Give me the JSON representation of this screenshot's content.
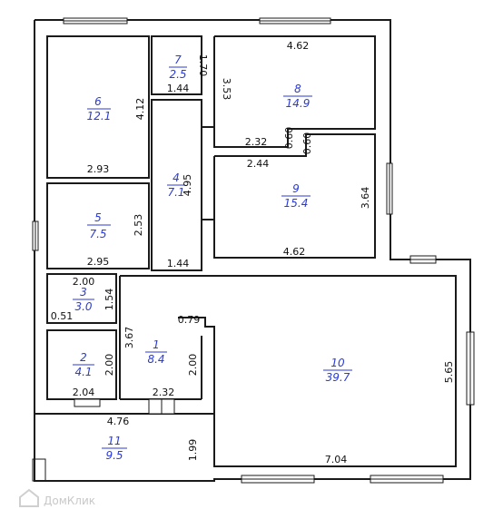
{
  "rooms": [
    {
      "number": "1",
      "area": "8.4"
    },
    {
      "number": "2",
      "area": "4.1"
    },
    {
      "number": "3",
      "area": "3.0"
    },
    {
      "number": "4",
      "area": "7.1"
    },
    {
      "number": "5",
      "area": "7.5"
    },
    {
      "number": "6",
      "area": "12.1"
    },
    {
      "number": "7",
      "area": "2.5"
    },
    {
      "number": "8",
      "area": "14.9"
    },
    {
      "number": "9",
      "area": "15.4"
    },
    {
      "number": "10",
      "area": "39.7"
    },
    {
      "number": "11",
      "area": "9.5"
    }
  ],
  "dimensions": {
    "d_4_62_top": "4.62",
    "d_1_70": "1.70",
    "d_1_44_a": "1.44",
    "d_3_53": "3.53",
    "d_4_12": "4.12",
    "d_2_93": "2.93",
    "d_2_32_a": "2.32",
    "d_0_60_a": "0.60",
    "d_0_60_b": "0.60",
    "d_2_44": "2.44",
    "d_4_95": "4.95",
    "d_3_64": "3.64",
    "d_2_53": "2.53",
    "d_4_62_mid": "4.62",
    "d_2_95": "2.95",
    "d_1_44_b": "1.44",
    "d_2_00_a": "2.00",
    "d_1_54": "1.54",
    "d_0_51": "0.51",
    "d_0_79": "0.79",
    "d_3_67": "3.67",
    "d_2_00_b": "2.00",
    "d_2_00_c": "2.00",
    "d_5_65": "5.65",
    "d_2_04": "2.04",
    "d_2_32_b": "2.32",
    "d_4_76": "4.76",
    "d_1_99": "1.99",
    "d_7_04": "7.04"
  },
  "watermark": "ДомКлик"
}
